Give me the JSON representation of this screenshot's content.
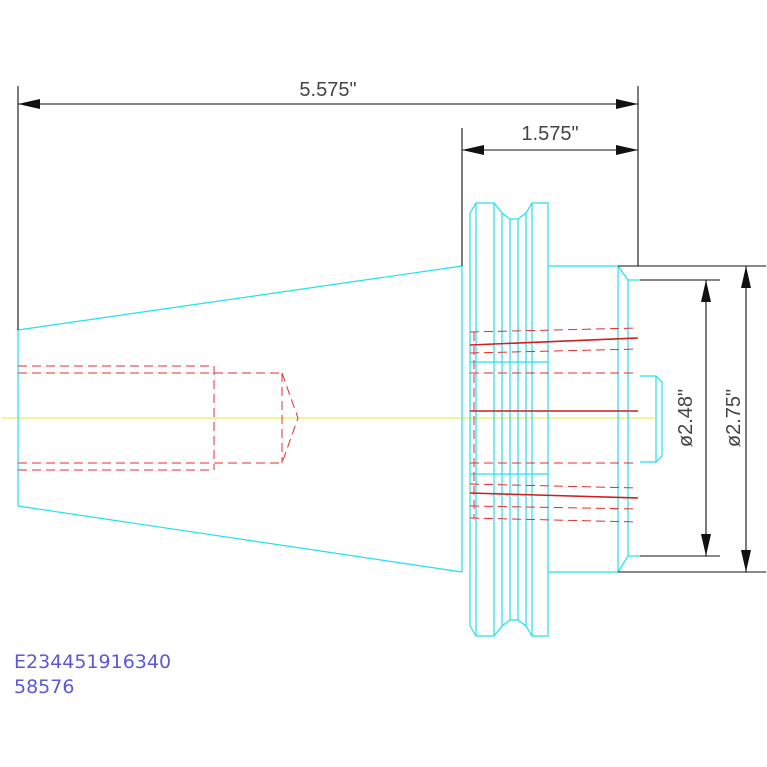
{
  "dimensions": {
    "overall_length": "5.575\"",
    "flange_length": "1.575\"",
    "diameter_inner": "ø2.48\"",
    "diameter_outer": "ø2.75\""
  },
  "part_codes": {
    "line1": "E234451916340",
    "line2": "58576"
  },
  "colors": {
    "body_outline": "#22e0ee",
    "hidden_lines": "#e03030",
    "dimension_lines": "#111111",
    "centerline": "#e8e838",
    "part_code_text": "#5a5ad8"
  }
}
